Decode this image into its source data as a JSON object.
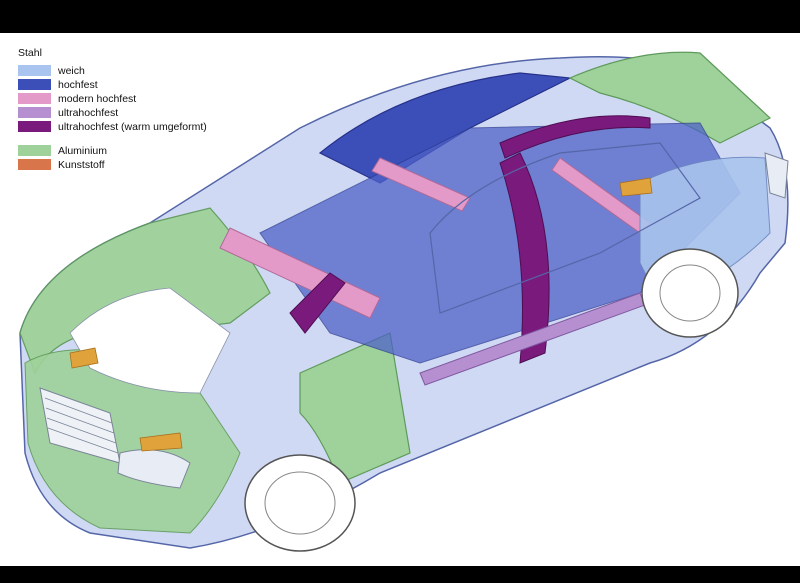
{
  "legend": {
    "title": "Stahl",
    "steel_items": [
      {
        "label": "weich",
        "color": "#a9c4ee"
      },
      {
        "label": "hochfest",
        "color": "#3c4fb8"
      },
      {
        "label": "modern hochfest",
        "color": "#e39ac9"
      },
      {
        "label": "ultrahochfest",
        "color": "#b58fd0"
      },
      {
        "label": "ultrahochfest (warm umgeformt)",
        "color": "#7a1a7d"
      }
    ],
    "other_items": [
      {
        "label": "Aluminium",
        "color": "#9fd29a"
      },
      {
        "label": "Kunststoff",
        "color": "#d9754a"
      }
    ]
  }
}
